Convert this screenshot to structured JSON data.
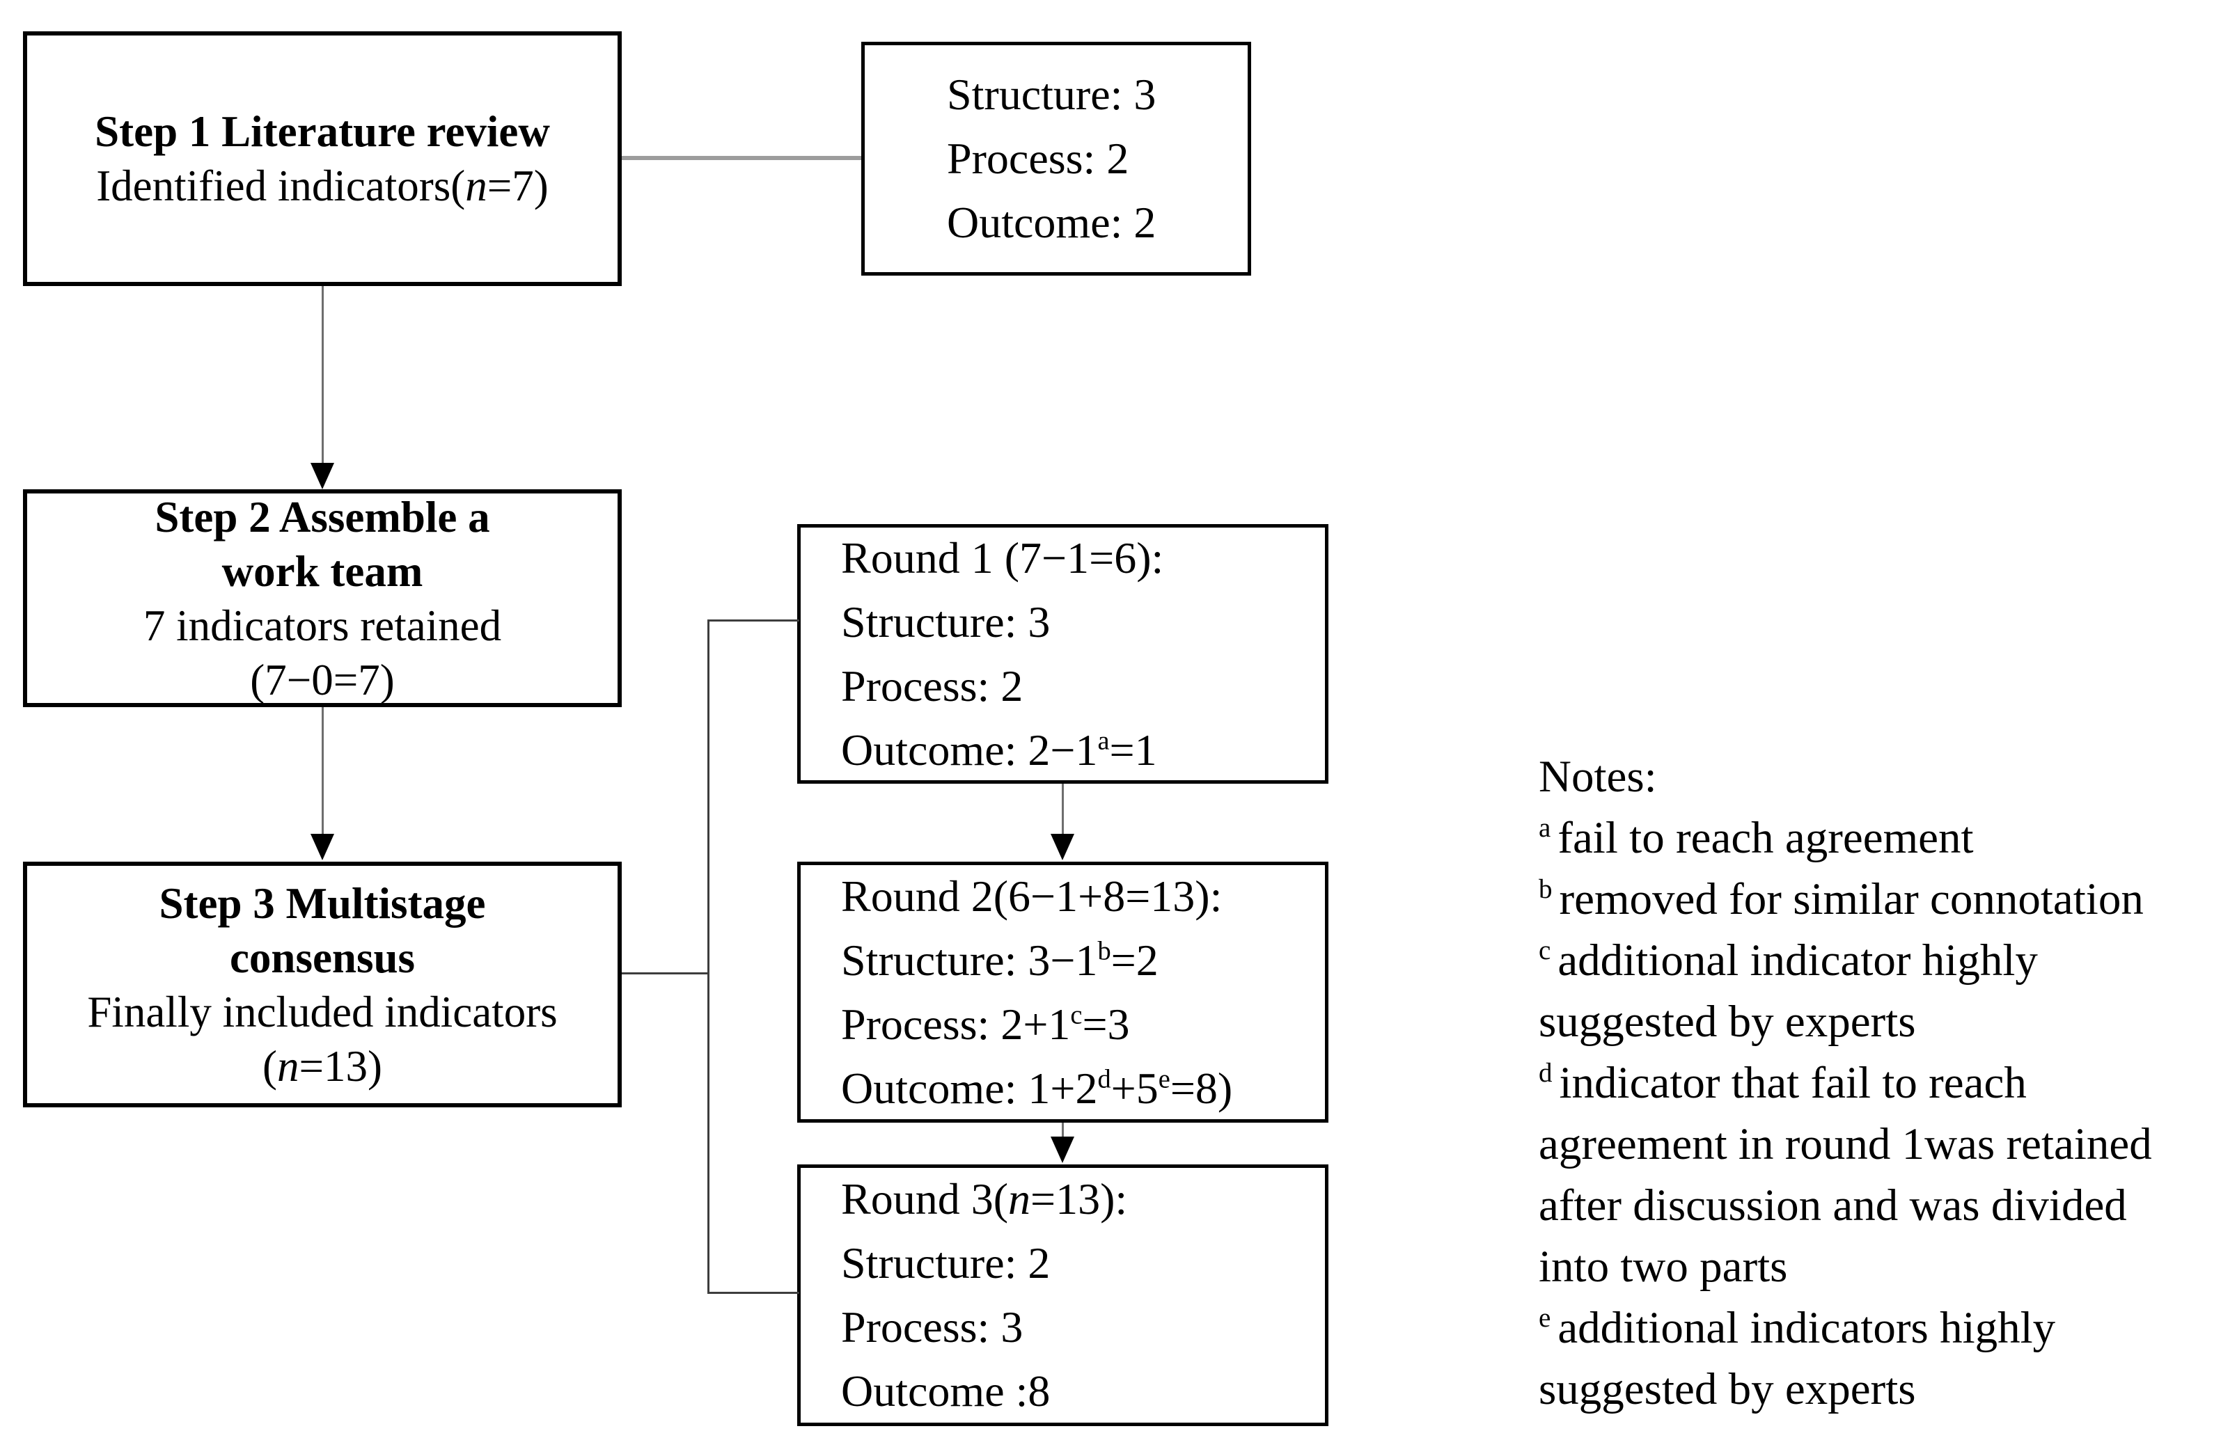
{
  "diagram": {
    "step1": {
      "title": "Step 1 Literature review",
      "subtitle": "Identified indicators(*n*=7)"
    },
    "summary_box": {
      "lines": [
        "Structure: 3",
        "Process: 2",
        "Outcome: 2"
      ]
    },
    "step2": {
      "title_line1": "Step 2 Assemble a",
      "title_line2": "work team",
      "line3": "7 indicators retained",
      "line4": "(7−0=7)"
    },
    "step3": {
      "title_line1": "Step 3 Multistage",
      "title_line2": "consensus",
      "line3": "Finally included indicators",
      "line4": "(*n*=13)"
    },
    "round1": {
      "lines": [
        "Round 1 (7−1=6):",
        "Structure: 3",
        "Process: 2",
        "Outcome: 2−1^{a}=1"
      ]
    },
    "round2": {
      "lines": [
        "Round 2(6−1+8=13):",
        "Structure: 3−1^{b}=2",
        "Process: 2+1^{c}=3",
        "Outcome: 1+2^{d}+5^{e}=8)"
      ]
    },
    "round3": {
      "lines": [
        "Round 3(*n*=13):",
        "Structure: 2",
        "Process: 3",
        "Outcome :8"
      ]
    },
    "notes": {
      "title": "Notes:",
      "lines": [
        {
          "sup": "a",
          "text": "fail to reach agreement"
        },
        {
          "sup": "b",
          "text": "removed for similar connotation"
        },
        {
          "sup": "c",
          "text": "additional indicator highly"
        },
        {
          "sup": "",
          "text": "suggested by experts"
        },
        {
          "sup": "d",
          "text": "indicator that fail to reach"
        },
        {
          "sup": "",
          "text": "agreement in round 1was retained"
        },
        {
          "sup": "",
          "text": "after discussion and was divided"
        },
        {
          "sup": "",
          "text": "into two parts"
        },
        {
          "sup": "e",
          "text": "additional indicators highly"
        },
        {
          "sup": "",
          "text": "suggested by experts"
        }
      ]
    },
    "colors": {
      "background": "#ffffff",
      "text": "#000000",
      "box_border": "#000000",
      "connector_gray": "#9c9c9c",
      "branch_line": "#3d3d3d",
      "arrowhead": "#000000"
    }
  }
}
